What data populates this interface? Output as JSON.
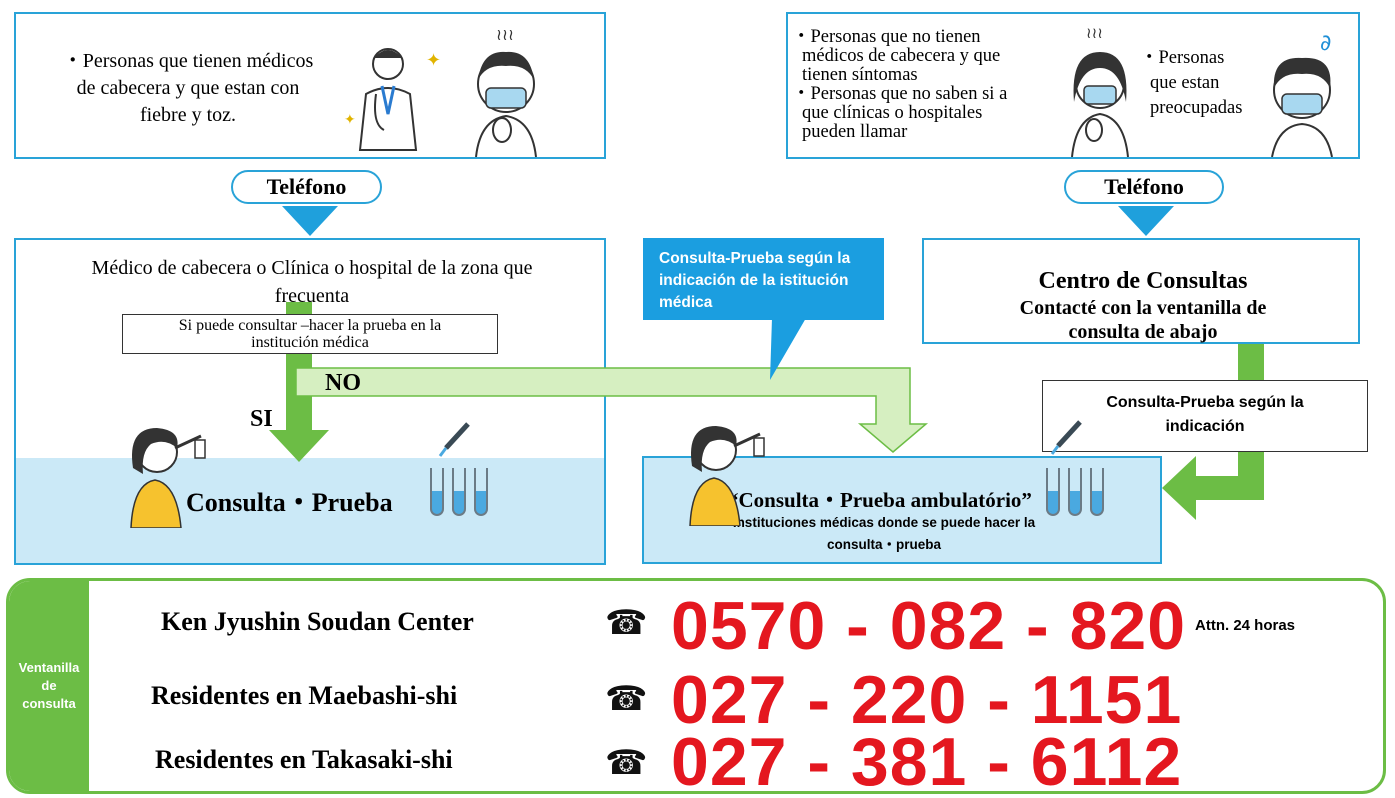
{
  "top_left": {
    "text_lines": [
      "・Personas que tienen médicos",
      "de cabecera y que estan con",
      "fiebre y toz."
    ]
  },
  "top_right": {
    "text_lines_a": [
      "・Personas que no tienen",
      "médicos de cabecera y que",
      "tienen síntomas",
      "・Personas que  no saben si a",
      "que clínicas o hospitales",
      "pueden llamar"
    ],
    "text_lines_b": [
      "・Personas",
      "que estan",
      "preocupadas"
    ]
  },
  "phone_pill_left": "Teléfono",
  "phone_pill_right": "Teléfono",
  "clinic_box": {
    "title_lines": [
      "Médico de cabecera o Clínica o hospital  de  la zona que",
      "frecuenta"
    ],
    "question_lines": [
      "Si  puede consultar –hacer la prueba en la",
      "institución médica"
    ],
    "no_label": "NO",
    "si_label": "SI",
    "result": "Consulta・Prueba"
  },
  "callout": {
    "lines": [
      "Consulta-Prueba según la",
      "indicación de la istitución",
      "médica"
    ]
  },
  "consult_center": {
    "title": "Centro de Consultas",
    "sub_lines": [
      "Contacté con la ventanilla de",
      "consulta de abajo"
    ]
  },
  "indication_box": {
    "lines": [
      "Consulta-Prueba según la",
      "indicación"
    ]
  },
  "ambulatory_box": {
    "title": "“Consulta・Prueba ambulatório”",
    "sub_lines": [
      "Instituciones médicas donde se puede hacer la",
      "consulta・prueba"
    ]
  },
  "bottom": {
    "side_label_lines": [
      "Ventanilla",
      "de",
      "consulta"
    ],
    "rows": [
      {
        "name": "Ken Jyushin Soudan Center",
        "icon": "☎",
        "number": "0570 - 082 - 820",
        "note": "Attn. 24 horas"
      },
      {
        "name": "Residentes en Maebashi-shi",
        "icon": "☎",
        "number": "027 - 220 - 1151",
        "note": ""
      },
      {
        "name": "Residentes en Takasaki-shi",
        "icon": "☎",
        "number": "027 - 381 - 6112",
        "note": ""
      }
    ]
  },
  "colors": {
    "blue": "#29a3d8",
    "green": "#6cbd45",
    "light_green": "#d6efc1",
    "light_blue": "#cbe9f7",
    "red": "#e4171f",
    "callout_blue": "#1b9ee0"
  }
}
